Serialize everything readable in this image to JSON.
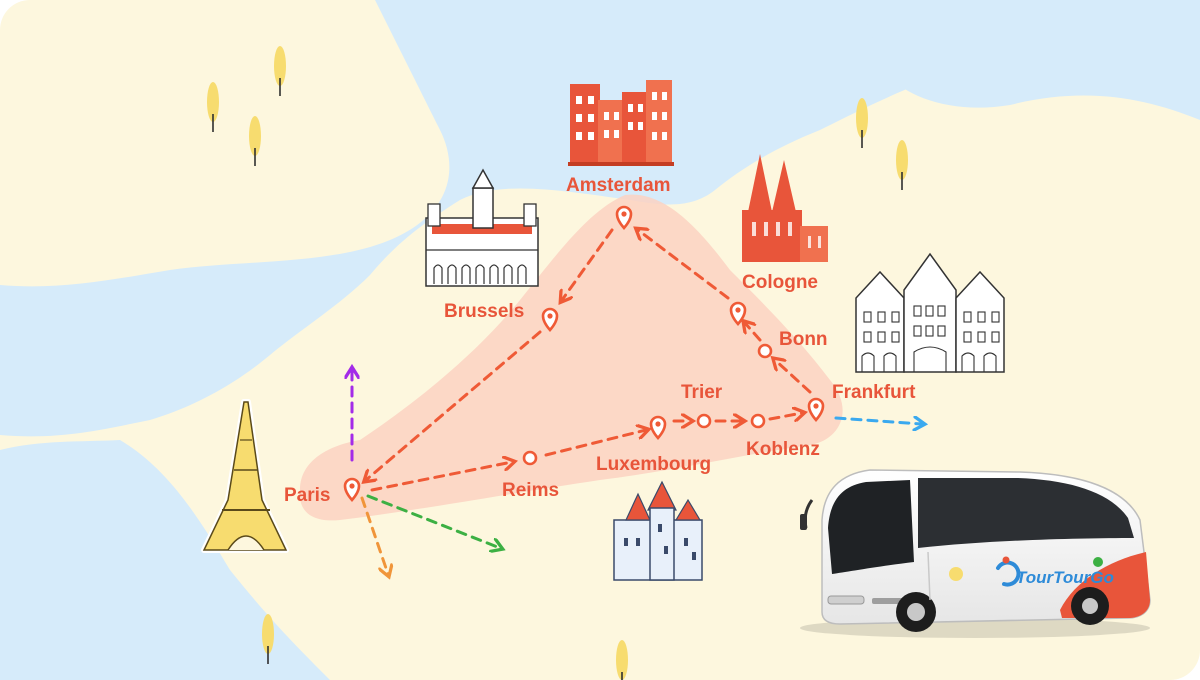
{
  "colors": {
    "land": "#fdf7de",
    "water": "#d6ebfa",
    "route_area": "#fbd2c2",
    "route": "#ef5a36",
    "arrow_purple": "#a32be8",
    "arrow_orange": "#f0953a",
    "arrow_green": "#3cb043",
    "arrow_blue": "#3aa9ef",
    "tree": "#f7dc6f",
    "bus_accent": "#e8553a",
    "brand": "#2e8bd8"
  },
  "cities": {
    "paris": "Paris",
    "reims": "Reims",
    "luxembourg": "Luxembourg",
    "trier": "Trier",
    "koblenz": "Koblenz",
    "frankfurt": "Frankfurt",
    "bonn": "Bonn",
    "cologne": "Cologne",
    "amsterdam": "Amsterdam",
    "brussels": "Brussels"
  },
  "landmarks": [
    {
      "city": "Paris",
      "icon": "eiffel-tower-icon"
    },
    {
      "city": "Brussels",
      "icon": "brussels-town-hall-icon"
    },
    {
      "city": "Amsterdam",
      "icon": "canal-houses-icon"
    },
    {
      "city": "Cologne",
      "icon": "cologne-cathedral-icon"
    },
    {
      "city": "Frankfurt",
      "icon": "roemer-houses-icon"
    },
    {
      "city": "Luxembourg",
      "icon": "castle-icon"
    }
  ],
  "bus": {
    "brand": "TourTourGo",
    "icon": "tour-bus-icon"
  }
}
